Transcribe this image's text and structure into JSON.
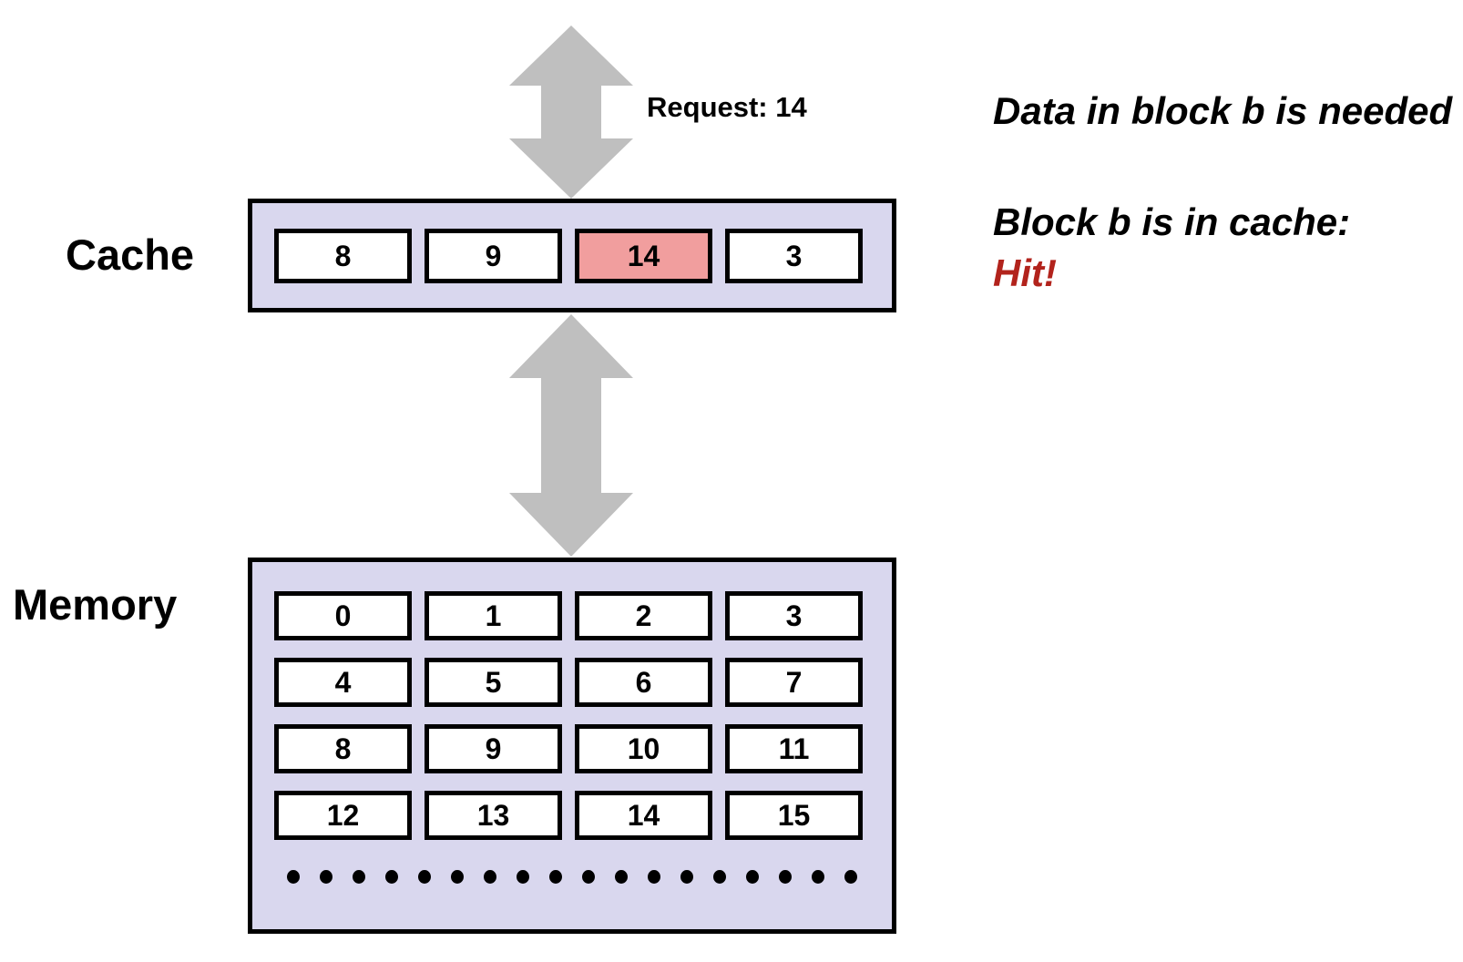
{
  "diagram": {
    "request_label": "Request: 14",
    "cache": {
      "label": "Cache",
      "blocks": [
        "8",
        "9",
        "14",
        "3"
      ],
      "highlight_index": 2,
      "highlighted_block": "14"
    },
    "memory": {
      "label": "Memory",
      "blocks": [
        "0",
        "1",
        "2",
        "3",
        "4",
        "5",
        "6",
        "7",
        "8",
        "9",
        "10",
        "11",
        "12",
        "13",
        "14",
        "15"
      ],
      "columns": 4,
      "ellipsis_dots": 18
    },
    "annotations": {
      "line1": "Data in block b is needed",
      "line2": "Block b is in cache:",
      "line3": "Hit!"
    },
    "icons": {
      "top_arrow": "double-vertical-arrow-icon",
      "middle_arrow": "double-vertical-arrow-icon"
    },
    "colors": {
      "panel": "#d9d7ee",
      "highlight": "#f19e9e",
      "arrow": "#bfbfbf",
      "hit_text": "#b2231c",
      "border": "#000000"
    }
  }
}
